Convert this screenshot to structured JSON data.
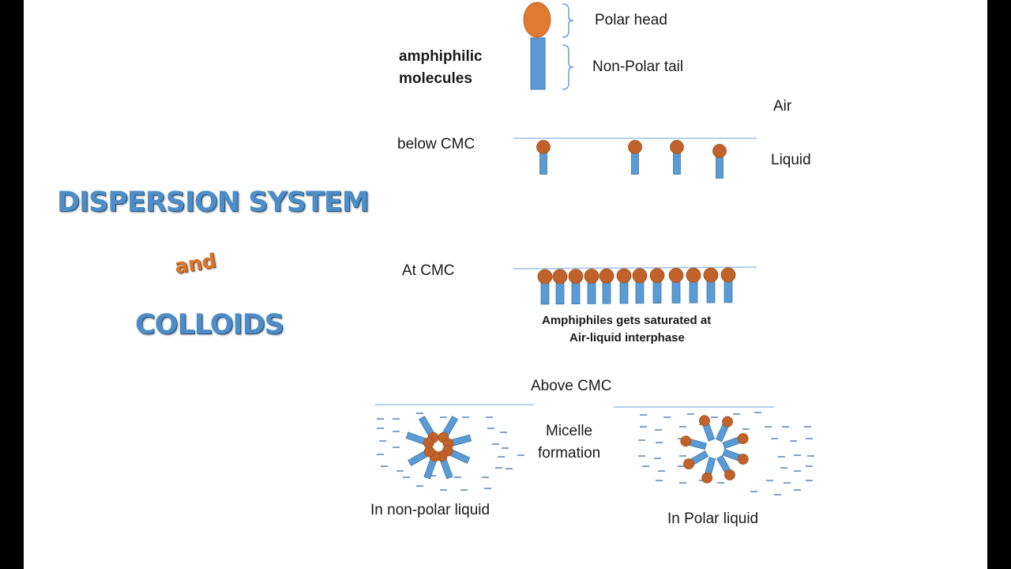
{
  "title": {
    "line1": "DISPERSION SYSTEM",
    "line2": "and",
    "line3": "COLLOIDS"
  },
  "labels": {
    "polar_head": "Polar head",
    "non_polar_tail": "Non-Polar tail",
    "amphiphilic_1": "amphiphilic",
    "amphiphilic_2": "molecules",
    "air": "Air",
    "liquid": "Liquid",
    "below_cmc": "below CMC",
    "at_cmc": "At CMC",
    "saturated_1": "Amphiphiles gets saturated at",
    "saturated_2": "Air-liquid interphase",
    "above_cmc": "Above CMC",
    "micelle_1": "Micelle",
    "micelle_2": "formation",
    "non_polar_liquid": "In non-polar liquid",
    "polar_liquid": "In Polar liquid"
  },
  "colors": {
    "head": "#e07a30",
    "head_small": "#c0622a",
    "tail": "#5b9bd5",
    "tail_border": "#3e77ad",
    "line": "#9dc3e6",
    "dash": "#3e6fa3"
  }
}
